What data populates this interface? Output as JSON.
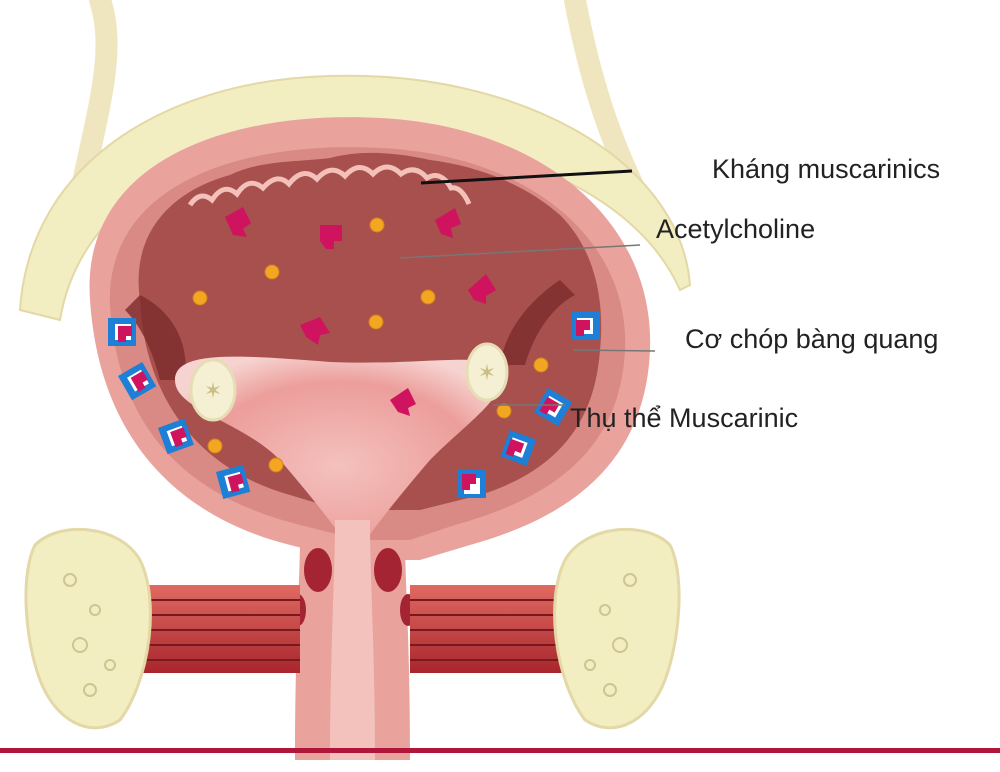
{
  "labels": {
    "anti_muscarinics": "Kháng muscarinics",
    "acetylcholine": "Acetylcholine",
    "detrusor": "Cơ chóp bàng quang",
    "receptor": "Thụ thể Muscarinic"
  },
  "colors": {
    "bone": "#f3edc2",
    "muscle_outer": "#e9a39c",
    "wall": "#d98a84",
    "lumen": "#a7504e",
    "trigone": "#f0b9b6",
    "receptor_blue": "#1e7fd6",
    "ligand_magenta": "#d0135f",
    "ach_dot": "#f2a622",
    "footer_line": "#b0163a"
  }
}
